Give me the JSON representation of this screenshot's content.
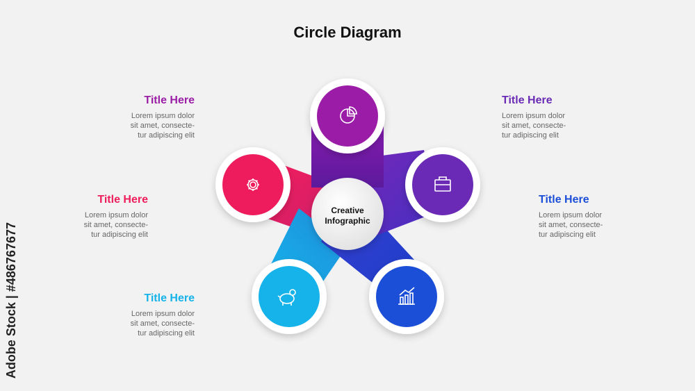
{
  "header": {
    "title": "Circle Diagram"
  },
  "center": {
    "line1": "Creative",
    "line2": "Infographic"
  },
  "items": [
    {
      "title": "Title Here",
      "desc1": "Lorem ipsum dolor",
      "desc2": "sit amet, consecte-",
      "desc3": "tur adipiscing elit",
      "color": "#9b1fa6",
      "icon": "pie-chart-icon"
    },
    {
      "title": "Title Here",
      "desc1": "Lorem ipsum dolor",
      "desc2": "sit amet, consecte-",
      "desc3": "tur adipiscing elit",
      "color": "#6a2bb5",
      "icon": "briefcase-icon"
    },
    {
      "title": "Title Here",
      "desc1": "Lorem ipsum dolor",
      "desc2": "sit amet, consecte-",
      "desc3": "tur adipiscing elit",
      "color": "#1c4fd8",
      "icon": "bar-chart-icon"
    },
    {
      "title": "Title Here",
      "desc1": "Lorem ipsum dolor",
      "desc2": "sit amet, consecte-",
      "desc3": "tur adipiscing elit",
      "color": "#15b3ea",
      "icon": "piggy-bank-icon"
    },
    {
      "title": "Title Here",
      "desc1": "Lorem ipsum dolor",
      "desc2": "sit amet, consecte-",
      "desc3": "tur adipiscing elit",
      "color": "#ee1d5b",
      "icon": "gear-icon"
    }
  ],
  "watermark": "Adobe Stock | #486767677"
}
